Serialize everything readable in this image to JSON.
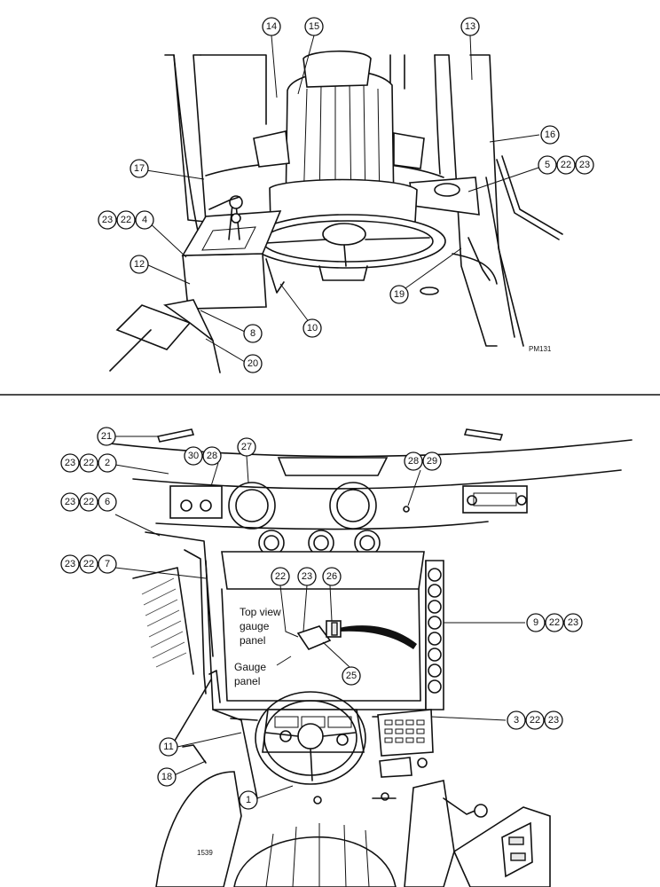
{
  "top_view": {
    "figure_code": "PM131",
    "callouts": [
      "14",
      "15",
      "13",
      "16",
      "17",
      "5",
      "22",
      "23",
      "23",
      "22",
      "4",
      "12",
      "19",
      "10",
      "8",
      "20"
    ]
  },
  "bottom_view": {
    "figure_code": "1539",
    "callouts": [
      "21",
      "23",
      "22",
      "2",
      "30",
      "28",
      "27",
      "28",
      "29",
      "23",
      "22",
      "6",
      "23",
      "22",
      "7",
      "22",
      "23",
      "26",
      "9",
      "22",
      "23",
      "25",
      "3",
      "22",
      "23",
      "11",
      "18",
      "1"
    ],
    "inset_label_lines": [
      "Top view",
      "gauge",
      "panel"
    ],
    "gauge_label_lines": [
      "Gauge",
      "panel"
    ]
  }
}
